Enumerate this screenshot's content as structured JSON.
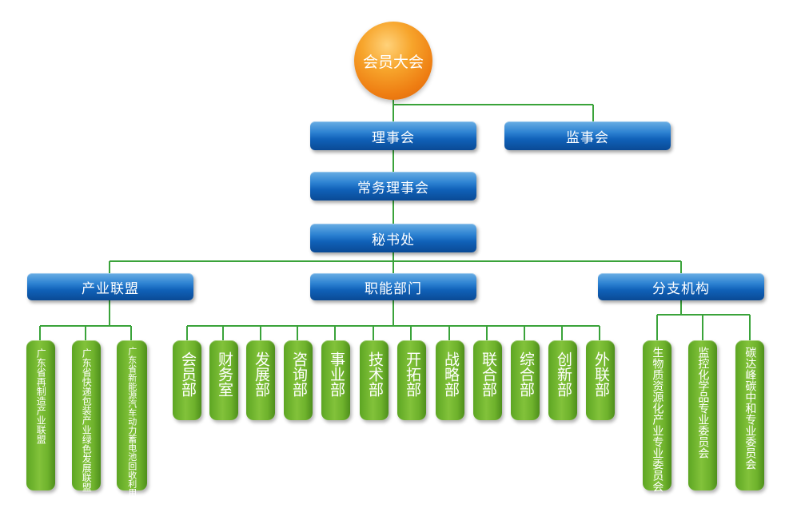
{
  "top": "会员大会",
  "board": "理事会",
  "supervisory": "监事会",
  "standing": "常务理事会",
  "secretariat": "秘书处",
  "sections": {
    "alliances": "产业联盟",
    "departments": "职能部门",
    "branches": "分支机构"
  },
  "alliances": [
    "广东省再制造产业联盟",
    "广东省快递包装产业绿色发展联盟",
    "广东省新能源汽车动力蓄电池",
    "回收利用产业联盟"
  ],
  "departments": [
    "会员部",
    "财务室",
    "发展部",
    "咨询部",
    "事业部",
    "技术部",
    "开拓部",
    "战略部",
    "联合部",
    "综合部",
    "创新部",
    "外联部"
  ],
  "branches": [
    "生物质资源化产业专业委员会",
    "监控化学品专业委员会",
    "碳达峰碳中和专业委员会"
  ],
  "colors": {
    "line": "#3aa33a",
    "orange": "#ee7d12",
    "blue": "#1061b8",
    "green": "#6eb22c"
  }
}
